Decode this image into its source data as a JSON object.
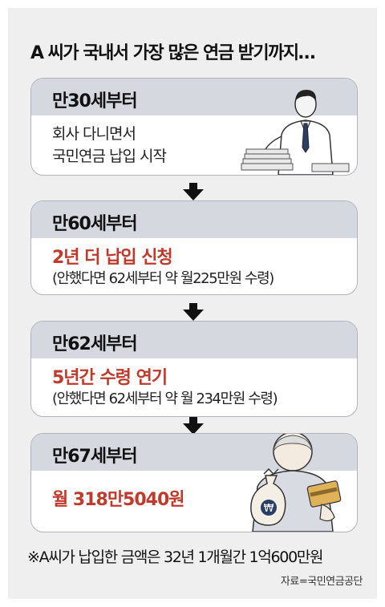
{
  "title": "A 씨가 국내서 가장 많은 연금 받기까지…",
  "steps": [
    {
      "age": "만30세부터",
      "line1": "회사 다니면서",
      "line2": "국민연금 납입 시작"
    },
    {
      "age": "만60세부터",
      "highlight": "2년 더 납입 신청",
      "detail": "(안했다면 62세부터 약 월225만원 수령)"
    },
    {
      "age": "만62세부터",
      "highlight": "5년간 수령 연기",
      "detail": "(안했다면 62세부터 약 월 234만원 수령)"
    },
    {
      "age": "만67세부터",
      "highlight": "월 318만5040원"
    }
  ],
  "note": "※A씨가 납입한 금액은 32년 1개월간 1억600만원",
  "source": "자료=국민연금공단",
  "won_symbol": "₩",
  "colors": {
    "accent_red": "#c0392b",
    "card_header": "#d5d8df",
    "background": "#efefef"
  }
}
